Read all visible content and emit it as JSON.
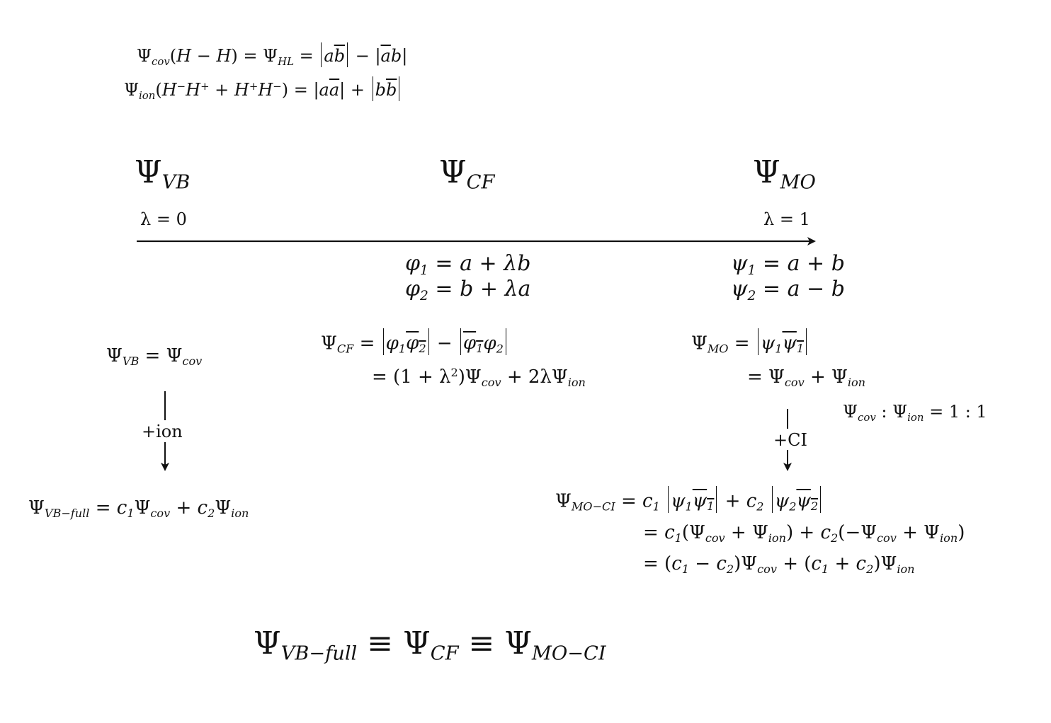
{
  "top_eq": {
    "cov_lhs": "cov",
    "cov_pair": "(H − H) = Ψ",
    "cov_hl": "HL",
    "cov_rhs_a": "= ",
    "ion_lhs": "ion",
    "ion_pair": "(H⁻H⁺ + H⁺H⁻) = "
  },
  "headers": {
    "vb_sub": "VB",
    "cf_sub": "CF",
    "mo_sub": "MO"
  },
  "axis": {
    "left_label": "λ = 0",
    "right_label": "λ = 1"
  },
  "cf_orbitals": {
    "phi1": "= a + λb",
    "phi2": "= b + λa"
  },
  "mo_orbitals": {
    "psi1": "= a + b",
    "psi2": "= a − b"
  },
  "vb_eq": {
    "lhs": "VB",
    "rhs": "cov"
  },
  "cf_eq": {
    "lhs": "CF",
    "line2": "= (1 + λ"
  },
  "mo_eq": {
    "lhs": "MO",
    "ratio": "= 1 : 1"
  },
  "arrows": {
    "vb_label": "+ion",
    "mo_label": "+CI"
  },
  "vb_full": {
    "lhs": "VB−full"
  },
  "moci": {
    "lhs": "MO−CI"
  },
  "bottom": {
    "a": "VB−full",
    "b": "CF",
    "c": "MO−CI"
  }
}
